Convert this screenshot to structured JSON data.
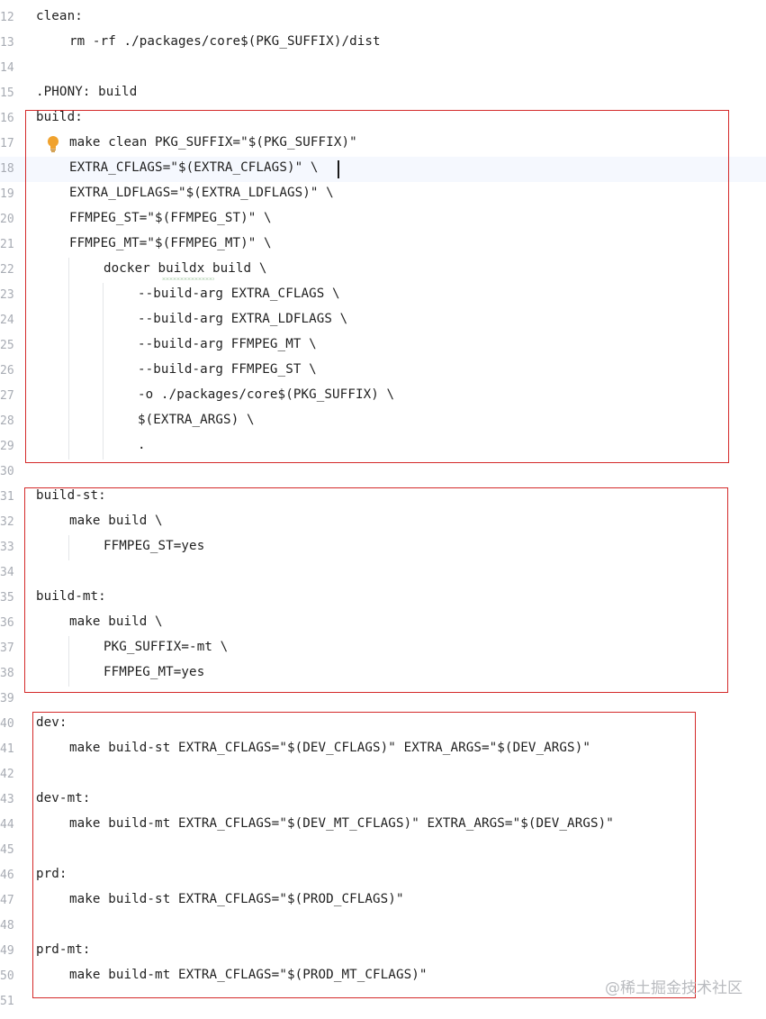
{
  "editor": {
    "lines": [
      {
        "num": "12",
        "text": "clean:",
        "indent": 0
      },
      {
        "num": "13",
        "text": "rm -rf ./packages/core$(PKG_SUFFIX)/dist",
        "indent": 1
      },
      {
        "num": "14",
        "text": "",
        "indent": 0
      },
      {
        "num": "15",
        "text": ".PHONY: build",
        "indent": 0
      },
      {
        "num": "16",
        "text": "build:",
        "indent": 0
      },
      {
        "num": "17",
        "text": "make clean PKG_SUFFIX=\"$(PKG_SUFFIX)\"",
        "indent": 1
      },
      {
        "num": "18",
        "text": "EXTRA_CFLAGS=\"$(EXTRA_CFLAGS)\" \\",
        "indent": 1
      },
      {
        "num": "19",
        "text": "EXTRA_LDFLAGS=\"$(EXTRA_LDFLAGS)\" \\",
        "indent": 1
      },
      {
        "num": "20",
        "text": "FFMPEG_ST=\"$(FFMPEG_ST)\" \\",
        "indent": 1
      },
      {
        "num": "21",
        "text": "FFMPEG_MT=\"$(FFMPEG_MT)\" \\",
        "indent": 1
      },
      {
        "num": "22",
        "text": "docker buildx build \\",
        "indent": 2
      },
      {
        "num": "23",
        "text": "--build-arg EXTRA_CFLAGS \\",
        "indent": 3
      },
      {
        "num": "24",
        "text": "--build-arg EXTRA_LDFLAGS \\",
        "indent": 3
      },
      {
        "num": "25",
        "text": "--build-arg FFMPEG_MT \\",
        "indent": 3
      },
      {
        "num": "26",
        "text": "--build-arg FFMPEG_ST \\",
        "indent": 3
      },
      {
        "num": "27",
        "text": "-o ./packages/core$(PKG_SUFFIX) \\",
        "indent": 3
      },
      {
        "num": "28",
        "text": "$(EXTRA_ARGS) \\",
        "indent": 3
      },
      {
        "num": "29",
        "text": ".",
        "indent": 3
      },
      {
        "num": "30",
        "text": "",
        "indent": 0
      },
      {
        "num": "31",
        "text": "build-st:",
        "indent": 0
      },
      {
        "num": "32",
        "text": "make build \\",
        "indent": 1
      },
      {
        "num": "33",
        "text": "FFMPEG_ST=yes",
        "indent": 2
      },
      {
        "num": "34",
        "text": "",
        "indent": 0
      },
      {
        "num": "35",
        "text": "build-mt:",
        "indent": 0
      },
      {
        "num": "36",
        "text": "make build \\",
        "indent": 1
      },
      {
        "num": "37",
        "text": "PKG_SUFFIX=-mt \\",
        "indent": 2
      },
      {
        "num": "38",
        "text": "FFMPEG_MT=yes",
        "indent": 2
      },
      {
        "num": "39",
        "text": "",
        "indent": 0
      },
      {
        "num": "40",
        "text": "dev:",
        "indent": 0
      },
      {
        "num": "41",
        "text": "make build-st EXTRA_CFLAGS=\"$(DEV_CFLAGS)\" EXTRA_ARGS=\"$(DEV_ARGS)\"",
        "indent": 1
      },
      {
        "num": "42",
        "text": "",
        "indent": 0
      },
      {
        "num": "43",
        "text": "dev-mt:",
        "indent": 0
      },
      {
        "num": "44",
        "text": "make build-mt EXTRA_CFLAGS=\"$(DEV_MT_CFLAGS)\" EXTRA_ARGS=\"$(DEV_ARGS)\"",
        "indent": 1
      },
      {
        "num": "45",
        "text": "",
        "indent": 0
      },
      {
        "num": "46",
        "text": "prd:",
        "indent": 0
      },
      {
        "num": "47",
        "text": "make build-st EXTRA_CFLAGS=\"$(PROD_CFLAGS)\"",
        "indent": 1
      },
      {
        "num": "48",
        "text": "",
        "indent": 0
      },
      {
        "num": "49",
        "text": "prd-mt:",
        "indent": 0
      },
      {
        "num": "50",
        "text": "make build-mt EXTRA_CFLAGS=\"$(PROD_MT_CFLAGS)\"",
        "indent": 1
      },
      {
        "num": "51",
        "text": "",
        "indent": 0
      }
    ],
    "current_line": "18",
    "intention_bulb_line": "17",
    "bulb_icon": "lightbulb-icon",
    "accent_colors": {
      "highlight_box": "#d42a2a",
      "bulb": "#f0a22e",
      "current_line_bg": "#f5f8fe"
    }
  },
  "watermark": {
    "text": "@稀土掘金技术社区"
  }
}
